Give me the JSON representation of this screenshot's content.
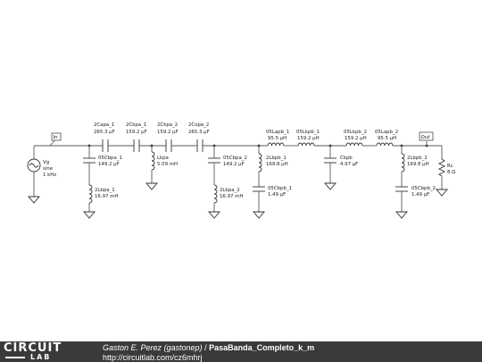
{
  "schematic": {
    "ports": {
      "input": "In",
      "output": "Out"
    },
    "source": {
      "name": "Vg",
      "type": "sine",
      "freq": "1 kHz"
    },
    "components": [
      {
        "id": "c_capa1",
        "name": "2Capa_1",
        "value": "265.3 µF"
      },
      {
        "id": "c_ckpa1",
        "name": "2Ckpa_1",
        "value": "159.2 µF"
      },
      {
        "id": "c_ckpa2",
        "name": "2Ckpa_2",
        "value": "159.2 µF"
      },
      {
        "id": "c_copa2",
        "name": "2Copa_2",
        "value": "265.3 µF"
      },
      {
        "id": "c_cbpa1",
        "name": "05Cbpa_1",
        "value": "149.2 µF"
      },
      {
        "id": "l_lbpa1",
        "name": "2Lbpa_1",
        "value": "16.97 mH"
      },
      {
        "id": "l_lkpa",
        "name": "Lkpa",
        "value": "5.09 mH"
      },
      {
        "id": "c_cbpa2",
        "name": "05Cbpa_2",
        "value": "149.2 µF"
      },
      {
        "id": "l_lbpa2",
        "name": "2Lbpa_2",
        "value": "16.97 mH"
      },
      {
        "id": "l_lapb1",
        "name": "05Lapb_1",
        "value": "95.5 µH"
      },
      {
        "id": "l_lkpb1",
        "name": "05Lkpb_1",
        "value": "159.2 µH"
      },
      {
        "id": "l_lkpb2",
        "name": "05Lkpb_2",
        "value": "159.2 µH"
      },
      {
        "id": "l_lapb2",
        "name": "05Lapb_2",
        "value": "95.5 µH"
      },
      {
        "id": "l_lbpb1",
        "name": "2Lbpb_1",
        "value": "169.8 µH"
      },
      {
        "id": "c_cbpb1",
        "name": "05Cbpb_1",
        "value": "1.49 µF"
      },
      {
        "id": "c_ckpb",
        "name": "Ckpb",
        "value": "4.97 µF"
      },
      {
        "id": "l_lbpb2",
        "name": "2Lbpb_2",
        "value": "169.8 µH"
      },
      {
        "id": "c_cbpb2",
        "name": "05Cbpb_2",
        "value": "1.49 µF"
      },
      {
        "id": "r_rc",
        "name": "Rc",
        "value": "8 Ω"
      }
    ]
  },
  "footer": {
    "logo_top": "CIRCUIT",
    "logo_bottom": "LAB",
    "author": "Gaston E. Perez (gastonep)",
    "separator": " / ",
    "circuit_name": "PasaBanda_Completo_k_m",
    "url": "http://circuitlab.com/cz6mhrj"
  }
}
